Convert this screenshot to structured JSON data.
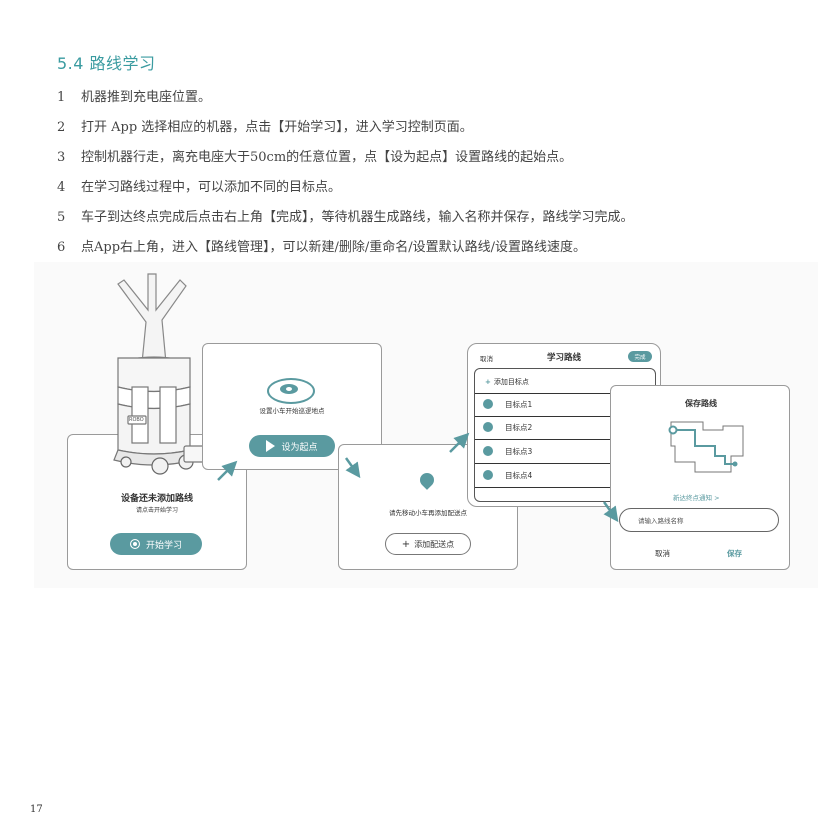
{
  "doc": {
    "heading": "5.4 路线学习",
    "steps": [
      {
        "num": "1",
        "text": "机器推到充电座位置。"
      },
      {
        "num": "2",
        "text": "打开 App 选择相应的机器，点击【开始学习】，进入学习控制页面。"
      },
      {
        "num": "3",
        "text": "控制机器行走，离充电座大于50cm的任意位置，点【设为起点】设置路线的起始点。"
      },
      {
        "num": "4",
        "text": "在学习路线过程中，可以添加不同的目标点。"
      },
      {
        "num": "5",
        "text": "车子到达终点完成后点击右上角【完成】，等待机器生成路线，输入名称并保存，路线学习完成。"
      },
      {
        "num": "6",
        "text": "点App右上角，进入【路线管理】，可以新建/删除/重命名/设置默认路线/设置路线速度。"
      }
    ],
    "page_number": "17"
  },
  "robot": {
    "label": "ROBO"
  },
  "panel1": {
    "title": "设备还未添加路线",
    "subtitle": "请点击开始学习",
    "button": "开始学习"
  },
  "panel2": {
    "text": "设置小车开始巡逻地点",
    "button": "设为起点"
  },
  "panel3": {
    "text": "请先移动小车再添加配送点",
    "button": "添加配送点"
  },
  "panel4": {
    "cancel": "取消",
    "title": "学习路线",
    "done": "完成",
    "add_target": "添加目标点",
    "targets": [
      "目标点1",
      "目标点2",
      "目标点3",
      "目标点4"
    ],
    "delete_icon": "×",
    "edit_icon": "✎"
  },
  "panel5": {
    "title": "保存路线",
    "notice": "新达终点通知 >",
    "placeholder": "请输入路线名称",
    "cancel": "取消",
    "save": "保存"
  },
  "colors": {
    "accent": "#5a9aa0",
    "heading": "#3a9ba0"
  }
}
